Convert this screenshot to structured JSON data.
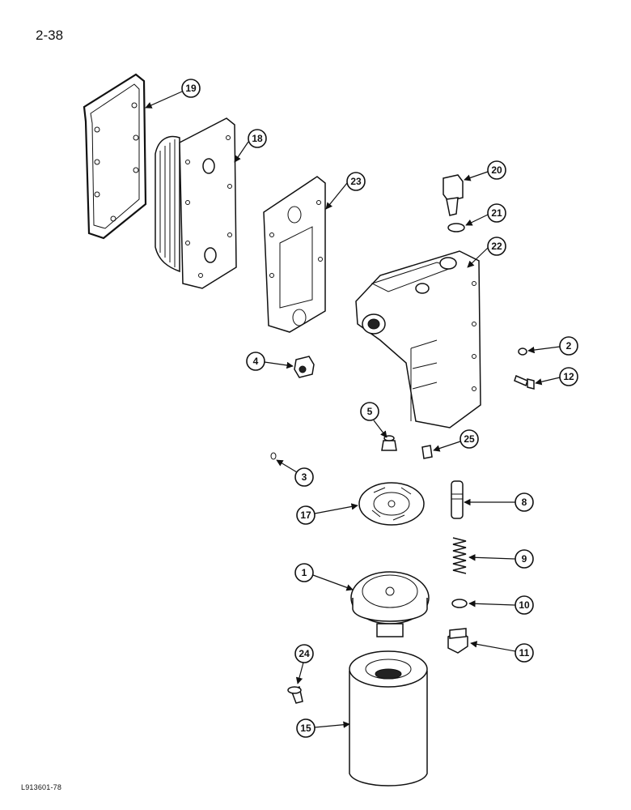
{
  "page": {
    "number": "2-38",
    "drawing_code": "L913601-78"
  },
  "callouts": [
    {
      "label": "19"
    },
    {
      "label": "18"
    },
    {
      "label": "23"
    },
    {
      "label": "20"
    },
    {
      "label": "21"
    },
    {
      "label": "22"
    },
    {
      "label": "4"
    },
    {
      "label": "2"
    },
    {
      "label": "12"
    },
    {
      "label": "5"
    },
    {
      "label": "25"
    },
    {
      "label": "3"
    },
    {
      "label": "8"
    },
    {
      "label": "17"
    },
    {
      "label": "9"
    },
    {
      "label": "1"
    },
    {
      "label": "10"
    },
    {
      "label": "11"
    },
    {
      "label": "24"
    },
    {
      "label": "15"
    }
  ]
}
